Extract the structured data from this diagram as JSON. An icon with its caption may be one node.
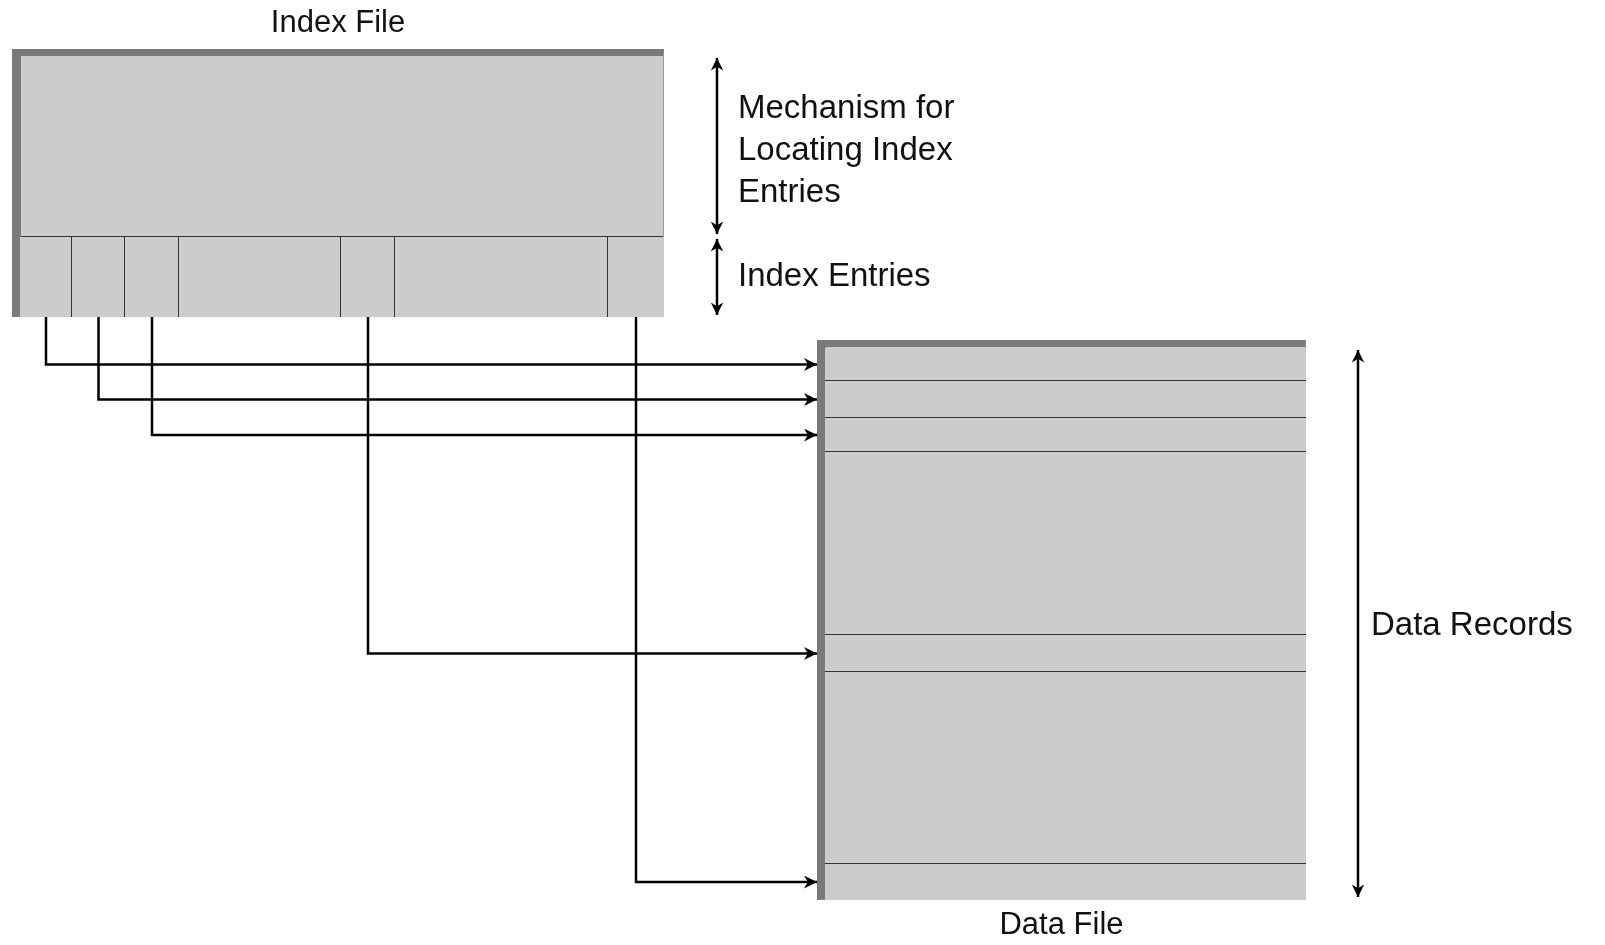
{
  "diagram": {
    "nodes": [
      {
        "text": [
          "Index File"
        ]
      },
      {
        "text": [],
        "shape": "box",
        "in": 0
      },
      {
        "text": [],
        "shape": "box",
        "in": 0
      },
      {
        "text": [],
        "shape": "box",
        "in": 0
      },
      {
        "text": [],
        "shape": "box",
        "in": 0
      },
      {
        "text": [],
        "shape": "box",
        "in": 0
      },
      {
        "text": [],
        "shape": "box",
        "in": 0
      },
      {
        "text": [],
        "shape": "box",
        "in": 0
      },
      {
        "text": [
          "Data File"
        ]
      },
      {
        "text": [],
        "shape": "box",
        "in": 8
      },
      {
        "text": [],
        "shape": "box",
        "in": 8
      },
      {
        "text": [],
        "shape": "box",
        "in": 8
      },
      {
        "text": [],
        "shape": "box",
        "in": 8
      },
      {
        "text": [],
        "shape": "box",
        "in": 8
      },
      {
        "text": [],
        "shape": "box",
        "in": 8
      },
      {
        "text": [],
        "shape": "box",
        "in": 8
      }
    ],
    "edges": [
      {
        "from": 1,
        "to": 9,
        "arrow": "to"
      },
      {
        "from": 2,
        "to": 10,
        "arrow": "to"
      },
      {
        "from": 3,
        "to": 11,
        "arrow": "to"
      },
      {
        "from": 5,
        "to": 13,
        "arrow": "to"
      },
      {
        "from": 7,
        "to": 15,
        "arrow": "to"
      }
    ],
    "labels": [
      "Mechanism for Locating Index Entries",
      "Index Entries",
      "Data Records"
    ]
  }
}
